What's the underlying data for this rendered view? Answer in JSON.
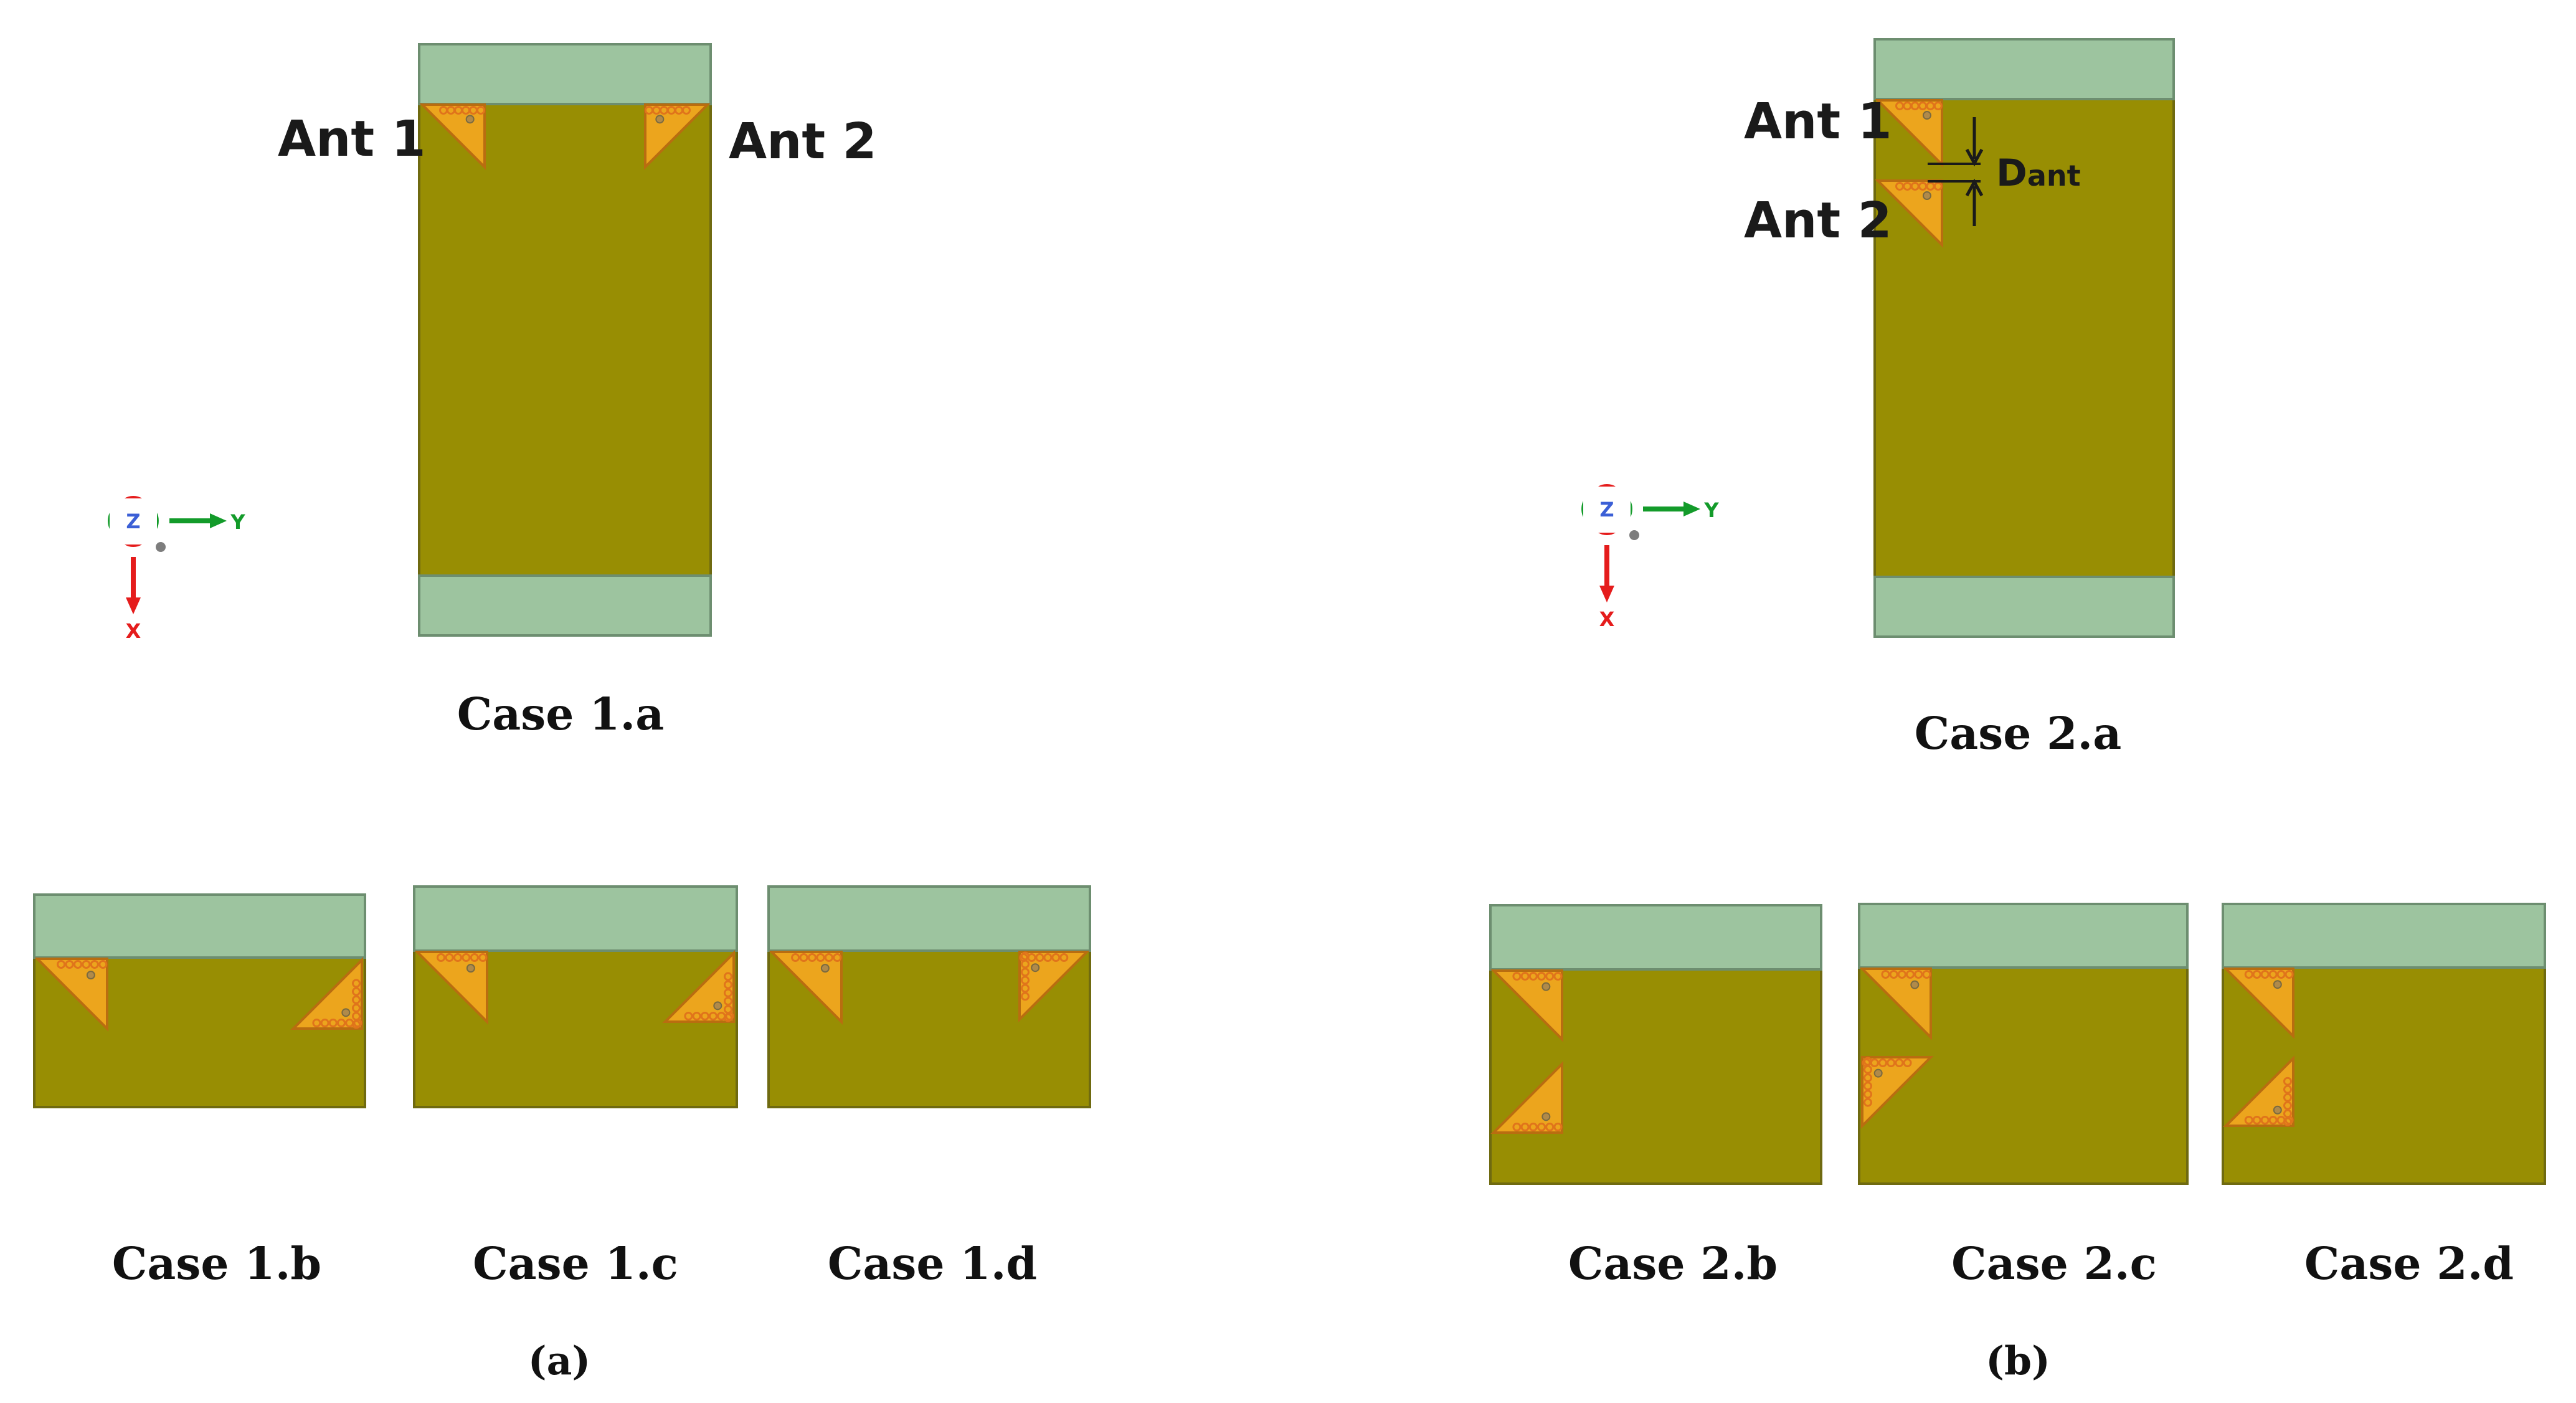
{
  "colors": {
    "substrate": "#988e03",
    "substrate_stroke": "#6f6a10",
    "clearance": "#9dc49f",
    "clearance_stroke": "#6d8e70",
    "antenna": "#eca51d",
    "antenna_stroke": "#b96d10",
    "via": "#e0741b",
    "axis_red": "#e51c1c",
    "axis_green": "#139b2a",
    "axis_blue": "#3b5fd6",
    "axis_grey": "#7d7d7d"
  },
  "icons": [
    "xyz-axis-triad-icon",
    "distance-arrow-icon"
  ],
  "case_1a": {
    "ant1_label": "Ant 1",
    "ant2_label": "Ant 2",
    "caption": "Case 1.a"
  },
  "case_2a": {
    "ant1_label": "Ant 1",
    "ant2_label": "Ant 2",
    "dist_main": "D",
    "dist_sub": "ant",
    "caption": "Case 2.a"
  },
  "axes": {
    "z": "Z",
    "y": "Y",
    "x": "X"
  },
  "small_cases": {
    "c1b": "Case 1.b",
    "c1c": "Case 1.c",
    "c1d": "Case 1.d",
    "c2b": "Case 2.b",
    "c2c": "Case 2.c",
    "c2d": "Case 2.d"
  },
  "panels": {
    "a": "(a)",
    "b": "(b)"
  }
}
